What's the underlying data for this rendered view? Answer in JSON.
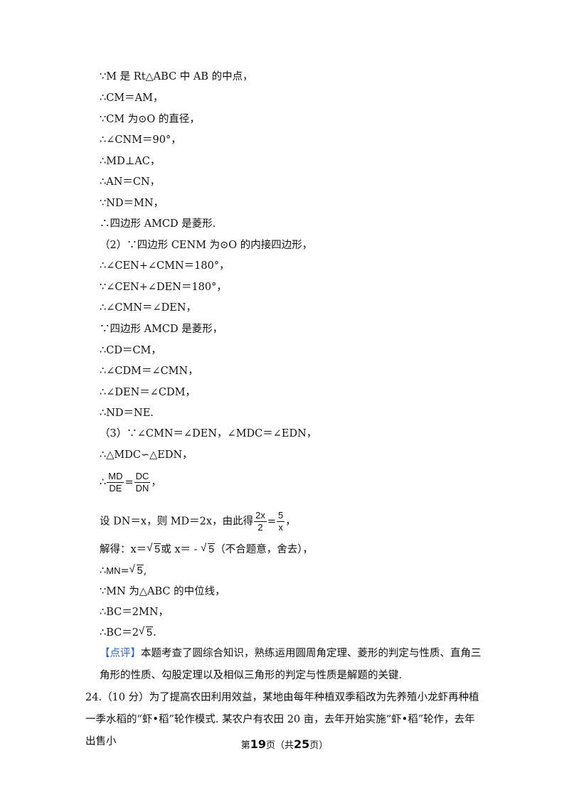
{
  "lines": [
    {
      "id": "l1",
      "text": "∵M 是 Rt△ABC 中 AB 的中点，"
    },
    {
      "id": "l2",
      "text": "∴CM＝AM，"
    },
    {
      "id": "l3",
      "text": "∵CM 为⊙O 的直径，"
    },
    {
      "id": "l4",
      "text": "∴∠CNM＝90°，"
    },
    {
      "id": "l5",
      "text": "∴MD⊥AC，"
    },
    {
      "id": "l6",
      "text": "∴AN＝CN，"
    },
    {
      "id": "l7",
      "text": "∵ND＝MN，"
    },
    {
      "id": "l8",
      "text": "∴四边形 AMCD 是菱形."
    },
    {
      "id": "l9",
      "text": "（2）∵四边形 CENM 为⊙O 的内接四边形，"
    },
    {
      "id": "l10",
      "text": "∴∠CEN+∠CMN＝180°，"
    },
    {
      "id": "l11",
      "text": "∵∠CEN+∠DEN＝180°，"
    },
    {
      "id": "l12",
      "text": "∴∠CMN＝∠DEN，"
    },
    {
      "id": "l13",
      "text": "∵四边形 AMCD 是菱形，"
    },
    {
      "id": "l14",
      "text": "∴CD＝CM，"
    },
    {
      "id": "l15",
      "text": "∴∠CDM＝∠CMN，"
    },
    {
      "id": "l16",
      "text": "∴∠DEN＝∠CDM，"
    },
    {
      "id": "l17",
      "text": "∴ND＝NE."
    },
    {
      "id": "l18",
      "text": "（3）∵∠CMN＝∠DEN，∠MDC＝∠EDN，"
    },
    {
      "id": "l19",
      "text": "∴△MDC∽△EDN，"
    }
  ],
  "ratio": {
    "prefix": "∴",
    "num1": "MD",
    "den1": "DE",
    "eq": "=",
    "num2": "DC",
    "den2": "DN",
    "suffix": "，"
  },
  "let": {
    "text": "设 DN＝x，则 MD＝2x，由此得",
    "num1": "2x",
    "den1": "2",
    "eq": "=",
    "num2": "5",
    "den2": "x",
    "suffix": "，"
  },
  "solve": {
    "prefix": "解得：x＝",
    "rad1": "5",
    "mid": "或 x＝ - ",
    "rad2": "5",
    "suffix": "（不合题意，舍去），"
  },
  "mn": {
    "prefix": "∴",
    "label": "MN",
    "eq": "=",
    "rad": "5",
    "suffix": ","
  },
  "midline": {
    "text": "∵MN 为△ABC 的中位线，"
  },
  "bc1": {
    "text": "∴BC＝2MN，"
  },
  "bc2": {
    "prefix": "∴BC＝2",
    "rad": "5",
    "suffix": "."
  },
  "comment": {
    "label": "【点评】",
    "text": "本题考查了圆综合知识，熟练运用圆周角定理、菱形的判定与性质、直角三角形的性质、勾股定理以及相似三角形的判定与性质是解题的关键."
  },
  "question24": {
    "number": "24.",
    "score": "（10 分）",
    "text": "为了提高农田利用效益，某地由每年种植双季稻改为先养殖小龙虾再种植一季水稻的“虾•稻”轮作模式. 某农户有农田 20 亩，去年开始实施“虾•稻”轮作，去年出售小"
  },
  "footer": {
    "pre": "第",
    "page": "19",
    "mid": "页（共",
    "total": "25",
    "post": "页）"
  }
}
